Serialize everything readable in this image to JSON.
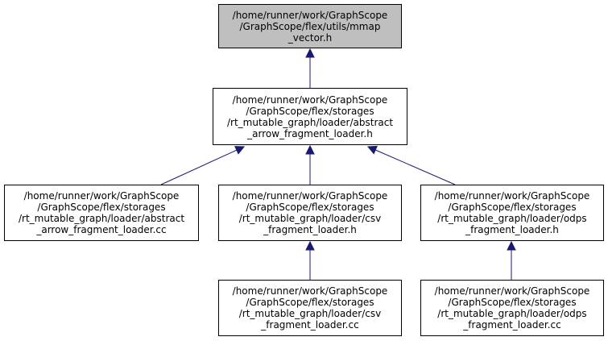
{
  "colors": {
    "edge": "#191970",
    "current_fill": "#bfbfbf",
    "node_border": "#000000"
  },
  "nodes": {
    "mmap_vector": "/home/runner/work/GraphScope\n/GraphScope/flex/utils/mmap\n_vector.h",
    "abstract_arrow_h": "/home/runner/work/GraphScope\n/GraphScope/flex/storages\n/rt_mutable_graph/loader/abstract\n_arrow_fragment_loader.h",
    "abstract_arrow_cc": "/home/runner/work/GraphScope\n/GraphScope/flex/storages\n/rt_mutable_graph/loader/abstract\n_arrow_fragment_loader.cc",
    "csv_h": "/home/runner/work/GraphScope\n/GraphScope/flex/storages\n/rt_mutable_graph/loader/csv\n_fragment_loader.h",
    "odps_h": "/home/runner/work/GraphScope\n/GraphScope/flex/storages\n/rt_mutable_graph/loader/odps\n_fragment_loader.h",
    "csv_cc": "/home/runner/work/GraphScope\n/GraphScope/flex/storages\n/rt_mutable_graph/loader/csv\n_fragment_loader.cc",
    "odps_cc": "/home/runner/work/GraphScope\n/GraphScope/flex/storages\n/rt_mutable_graph/loader/odps\n_fragment_loader.cc"
  }
}
